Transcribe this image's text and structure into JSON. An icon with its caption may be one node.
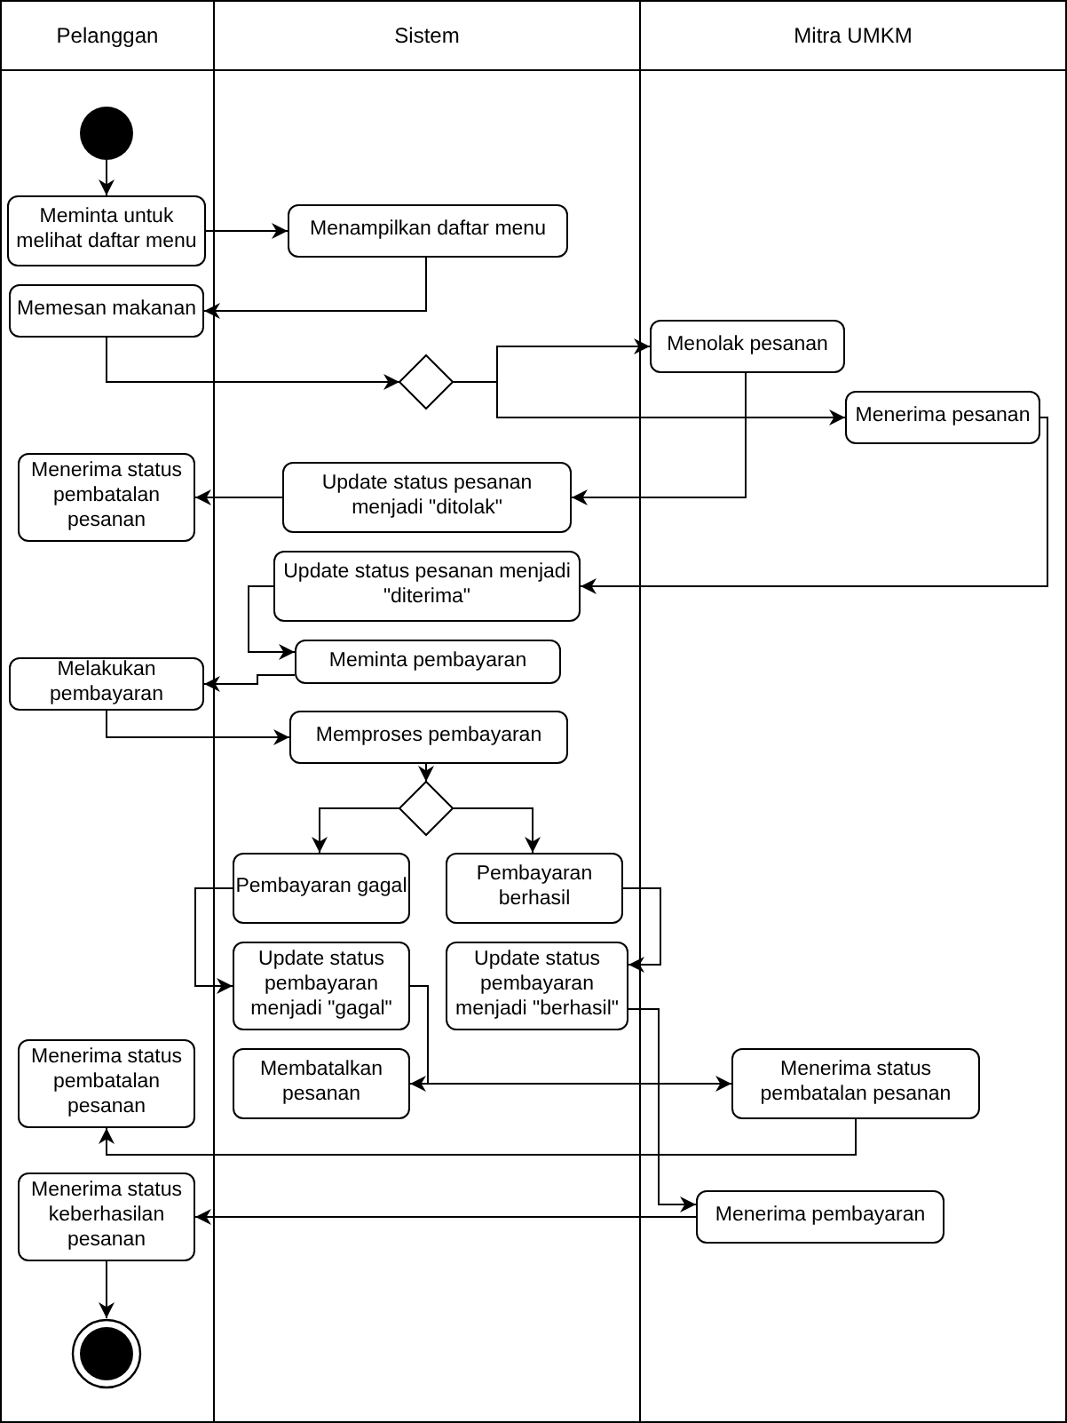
{
  "diagram": {
    "nodes": [
      {
        "text": [
          "Pelanggan"
        ]
      },
      {
        "text": [
          "Sistem"
        ]
      },
      {
        "text": [
          "Mitra UMKM"
        ]
      },
      {
        "text": [],
        "shape": "circle",
        "in": 0
      },
      {
        "text": [
          "Meminta untuk melihat daftar menu"
        ],
        "in": 0
      },
      {
        "text": [
          "Menampilkan daftar menu"
        ],
        "in": 1
      },
      {
        "text": [
          "Memesan makanan"
        ],
        "in": 0
      },
      {
        "text": [],
        "shape": "diamond",
        "in": 1
      },
      {
        "text": [
          "Menolak pesanan"
        ],
        "in": 2
      },
      {
        "text": [
          "Menerima pesanan"
        ],
        "in": 2
      },
      {
        "text": [
          "Menerima status pembatalan pesanan"
        ],
        "in": 0
      },
      {
        "text": [
          "Update status pesanan menjadi \"ditolak\""
        ],
        "in": 1
      },
      {
        "text": [
          "Update status pesanan menjadi \"diterima\""
        ],
        "in": 1
      },
      {
        "text": [
          "Melakukan pembayaran"
        ],
        "in": 0
      },
      {
        "text": [
          "Meminta pembayaran"
        ],
        "in": 1
      },
      {
        "text": [
          "Memproses pembayaran"
        ],
        "in": 1
      },
      {
        "text": [],
        "shape": "diamond",
        "in": 1
      },
      {
        "text": [
          "Pembayaran gagal"
        ],
        "in": 1
      },
      {
        "text": [
          "Pembayaran berhasil"
        ],
        "in": 1
      },
      {
        "text": [
          "Update status pembayaran menjadi \"gagal\""
        ],
        "in": 1
      },
      {
        "text": [
          "Update status pembayaran menjadi \"berhasil\""
        ],
        "in": 1
      },
      {
        "text": [
          "Menerima status pembatalan pesanan"
        ],
        "in": 0
      },
      {
        "text": [
          "Membatalkan pesanan"
        ],
        "in": 1
      },
      {
        "text": [
          "Menerima status pembatalan pesanan"
        ],
        "in": 2
      },
      {
        "text": [
          "Menerima status keberhasilan pesanan"
        ],
        "in": 0
      },
      {
        "text": [
          "Menerima pembayaran"
        ],
        "in": 2
      },
      {
        "text": [],
        "shape": "circle",
        "in": 0
      }
    ],
    "edges": [
      {
        "from": 3,
        "to": 4,
        "arrow": "to"
      },
      {
        "from": 4,
        "to": 5,
        "arrow": "to"
      },
      {
        "from": 5,
        "to": 6,
        "arrow": "to"
      },
      {
        "from": 6,
        "to": 7,
        "arrow": "to"
      },
      {
        "from": 7,
        "to": 8,
        "arrow": "to"
      },
      {
        "from": 7,
        "to": 9,
        "arrow": "to"
      },
      {
        "from": 8,
        "to": 11,
        "arrow": "to"
      },
      {
        "from": 11,
        "to": 10,
        "arrow": "to"
      },
      {
        "from": 9,
        "to": 12,
        "arrow": "to"
      },
      {
        "from": 12,
        "to": 14,
        "arrow": "to"
      },
      {
        "from": 14,
        "to": 13,
        "arrow": "to"
      },
      {
        "from": 13,
        "to": 15,
        "arrow": "to"
      },
      {
        "from": 15,
        "to": 16,
        "arrow": "to"
      },
      {
        "from": 16,
        "to": 17,
        "arrow": "to"
      },
      {
        "from": 16,
        "to": 18,
        "arrow": "to"
      },
      {
        "from": 17,
        "to": 19,
        "arrow": "to"
      },
      {
        "from": 18,
        "to": 20,
        "arrow": "to"
      },
      {
        "from": 19,
        "to": 22,
        "arrow": "to"
      },
      {
        "from": 22,
        "to": 23,
        "arrow": "to"
      },
      {
        "from": 23,
        "to": 21,
        "arrow": "to"
      },
      {
        "from": 20,
        "to": 25,
        "arrow": "to"
      },
      {
        "from": 25,
        "to": 24,
        "arrow": "to"
      },
      {
        "from": 24,
        "to": 26,
        "arrow": "to"
      }
    ]
  }
}
